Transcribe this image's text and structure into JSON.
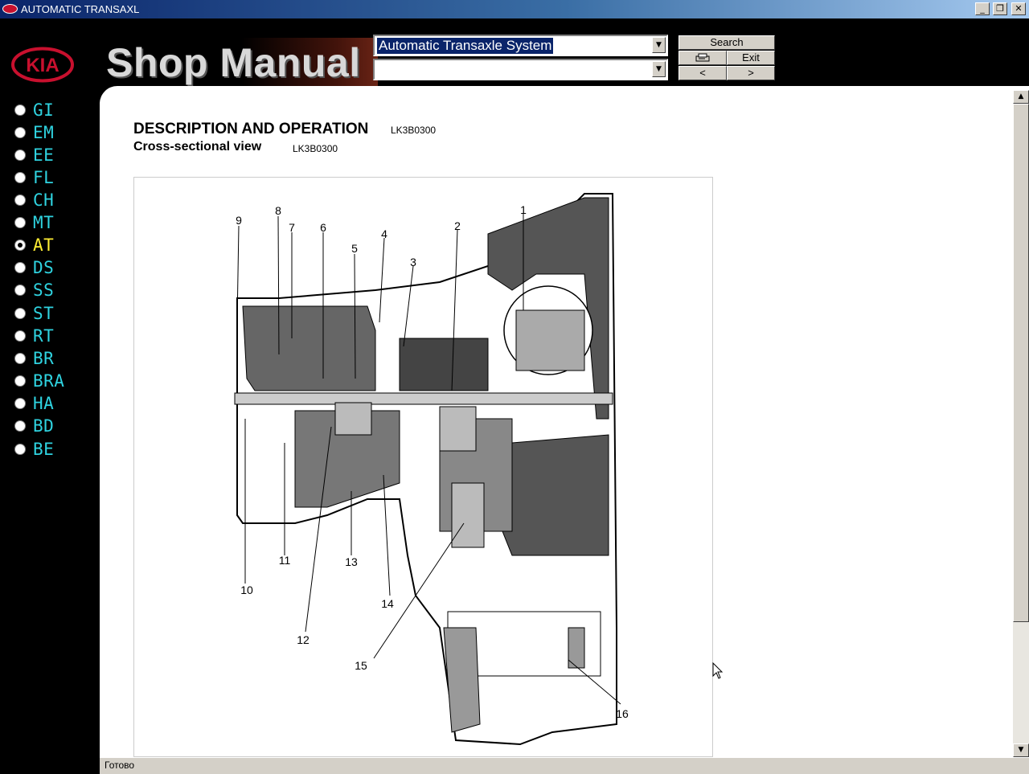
{
  "window": {
    "title": "AUTOMATIC TRANSAXL",
    "controls": [
      "_",
      "❐",
      "✕"
    ]
  },
  "header": {
    "logo_text": "KIA",
    "brand_text": "Shop Manual",
    "system_select_value": "Automatic Transaxle System",
    "topic_select_value": "",
    "search_label": "Search",
    "exit_label": "Exit",
    "prev_label": "<",
    "next_label": ">",
    "print_icon": "printer-icon"
  },
  "sidebar": {
    "items": [
      {
        "label": "GI",
        "selected": false
      },
      {
        "label": "EM",
        "selected": false
      },
      {
        "label": "EE",
        "selected": false
      },
      {
        "label": "FL",
        "selected": false
      },
      {
        "label": "CH",
        "selected": false
      },
      {
        "label": "MT",
        "selected": false
      },
      {
        "label": "AT",
        "selected": true
      },
      {
        "label": "DS",
        "selected": false
      },
      {
        "label": "SS",
        "selected": false
      },
      {
        "label": "ST",
        "selected": false
      },
      {
        "label": "RT",
        "selected": false
      },
      {
        "label": "BR",
        "selected": false
      },
      {
        "label": "BRA",
        "selected": false
      },
      {
        "label": "HA",
        "selected": false
      },
      {
        "label": "BD",
        "selected": false
      },
      {
        "label": "BE",
        "selected": false
      }
    ]
  },
  "document": {
    "heading": "DESCRIPTION AND OPERATION",
    "heading_code": "LK3B0300",
    "subheading": "Cross-sectional view",
    "subheading_code": "LK3B0300",
    "figure_callouts": [
      "1",
      "2",
      "3",
      "4",
      "5",
      "6",
      "7",
      "8",
      "9",
      "10",
      "11",
      "12",
      "13",
      "14",
      "15",
      "16"
    ]
  },
  "status": {
    "text": "Готово"
  },
  "colors": {
    "nav_text": "#2fd3e0",
    "nav_active": "#ffee33",
    "kia_red": "#c8102e",
    "selection": "#0a246a"
  }
}
